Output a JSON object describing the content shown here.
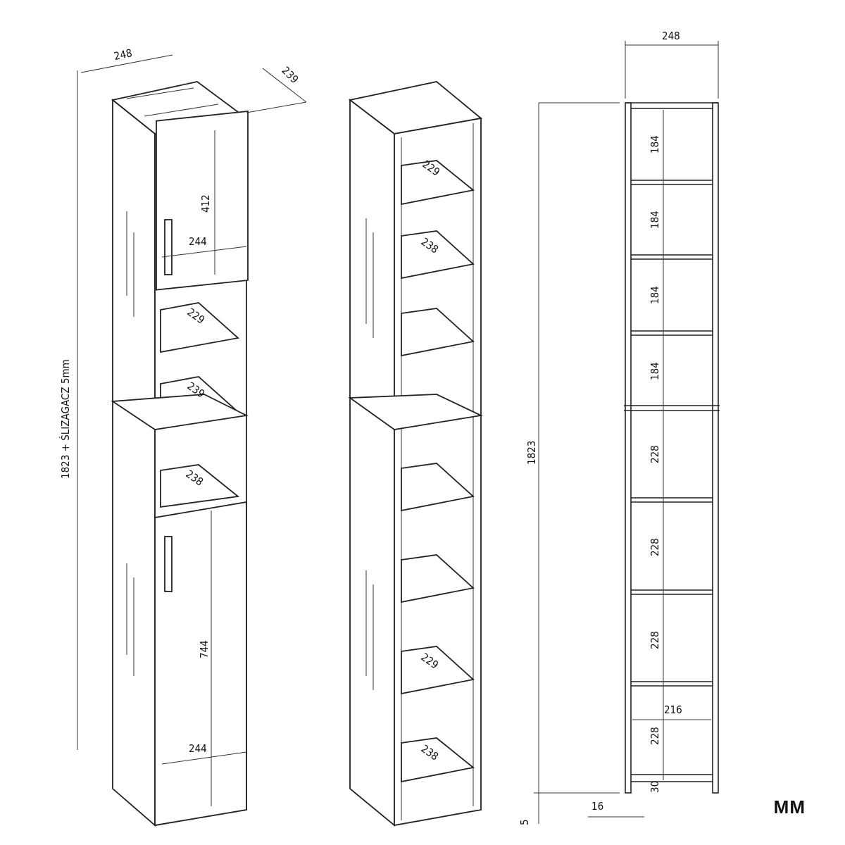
{
  "unit_label": "MM",
  "view_front_closed": {
    "width_label": "248",
    "depth_label": "239",
    "height_label": "1823 + ŚLIZAGACZ 5mm",
    "upper_door_height": "412",
    "upper_door_width": "244",
    "shelf_1_depth": "229",
    "shelf_2_depth": "239",
    "shelf_3_depth": "238",
    "lower_door_height": "744",
    "lower_door_width": "244"
  },
  "view_open": {
    "shelf_labels": [
      "229",
      "238",
      "229",
      "238"
    ]
  },
  "view_section": {
    "width_label": "248",
    "height_label": "1823",
    "upper_compartments": [
      "184",
      "184",
      "184",
      "184"
    ],
    "lower_compartments": [
      "228",
      "228",
      "228",
      "228"
    ],
    "inner_width": "216",
    "plinth_height": "30",
    "side_thickness": "16",
    "glide_height": "5"
  }
}
